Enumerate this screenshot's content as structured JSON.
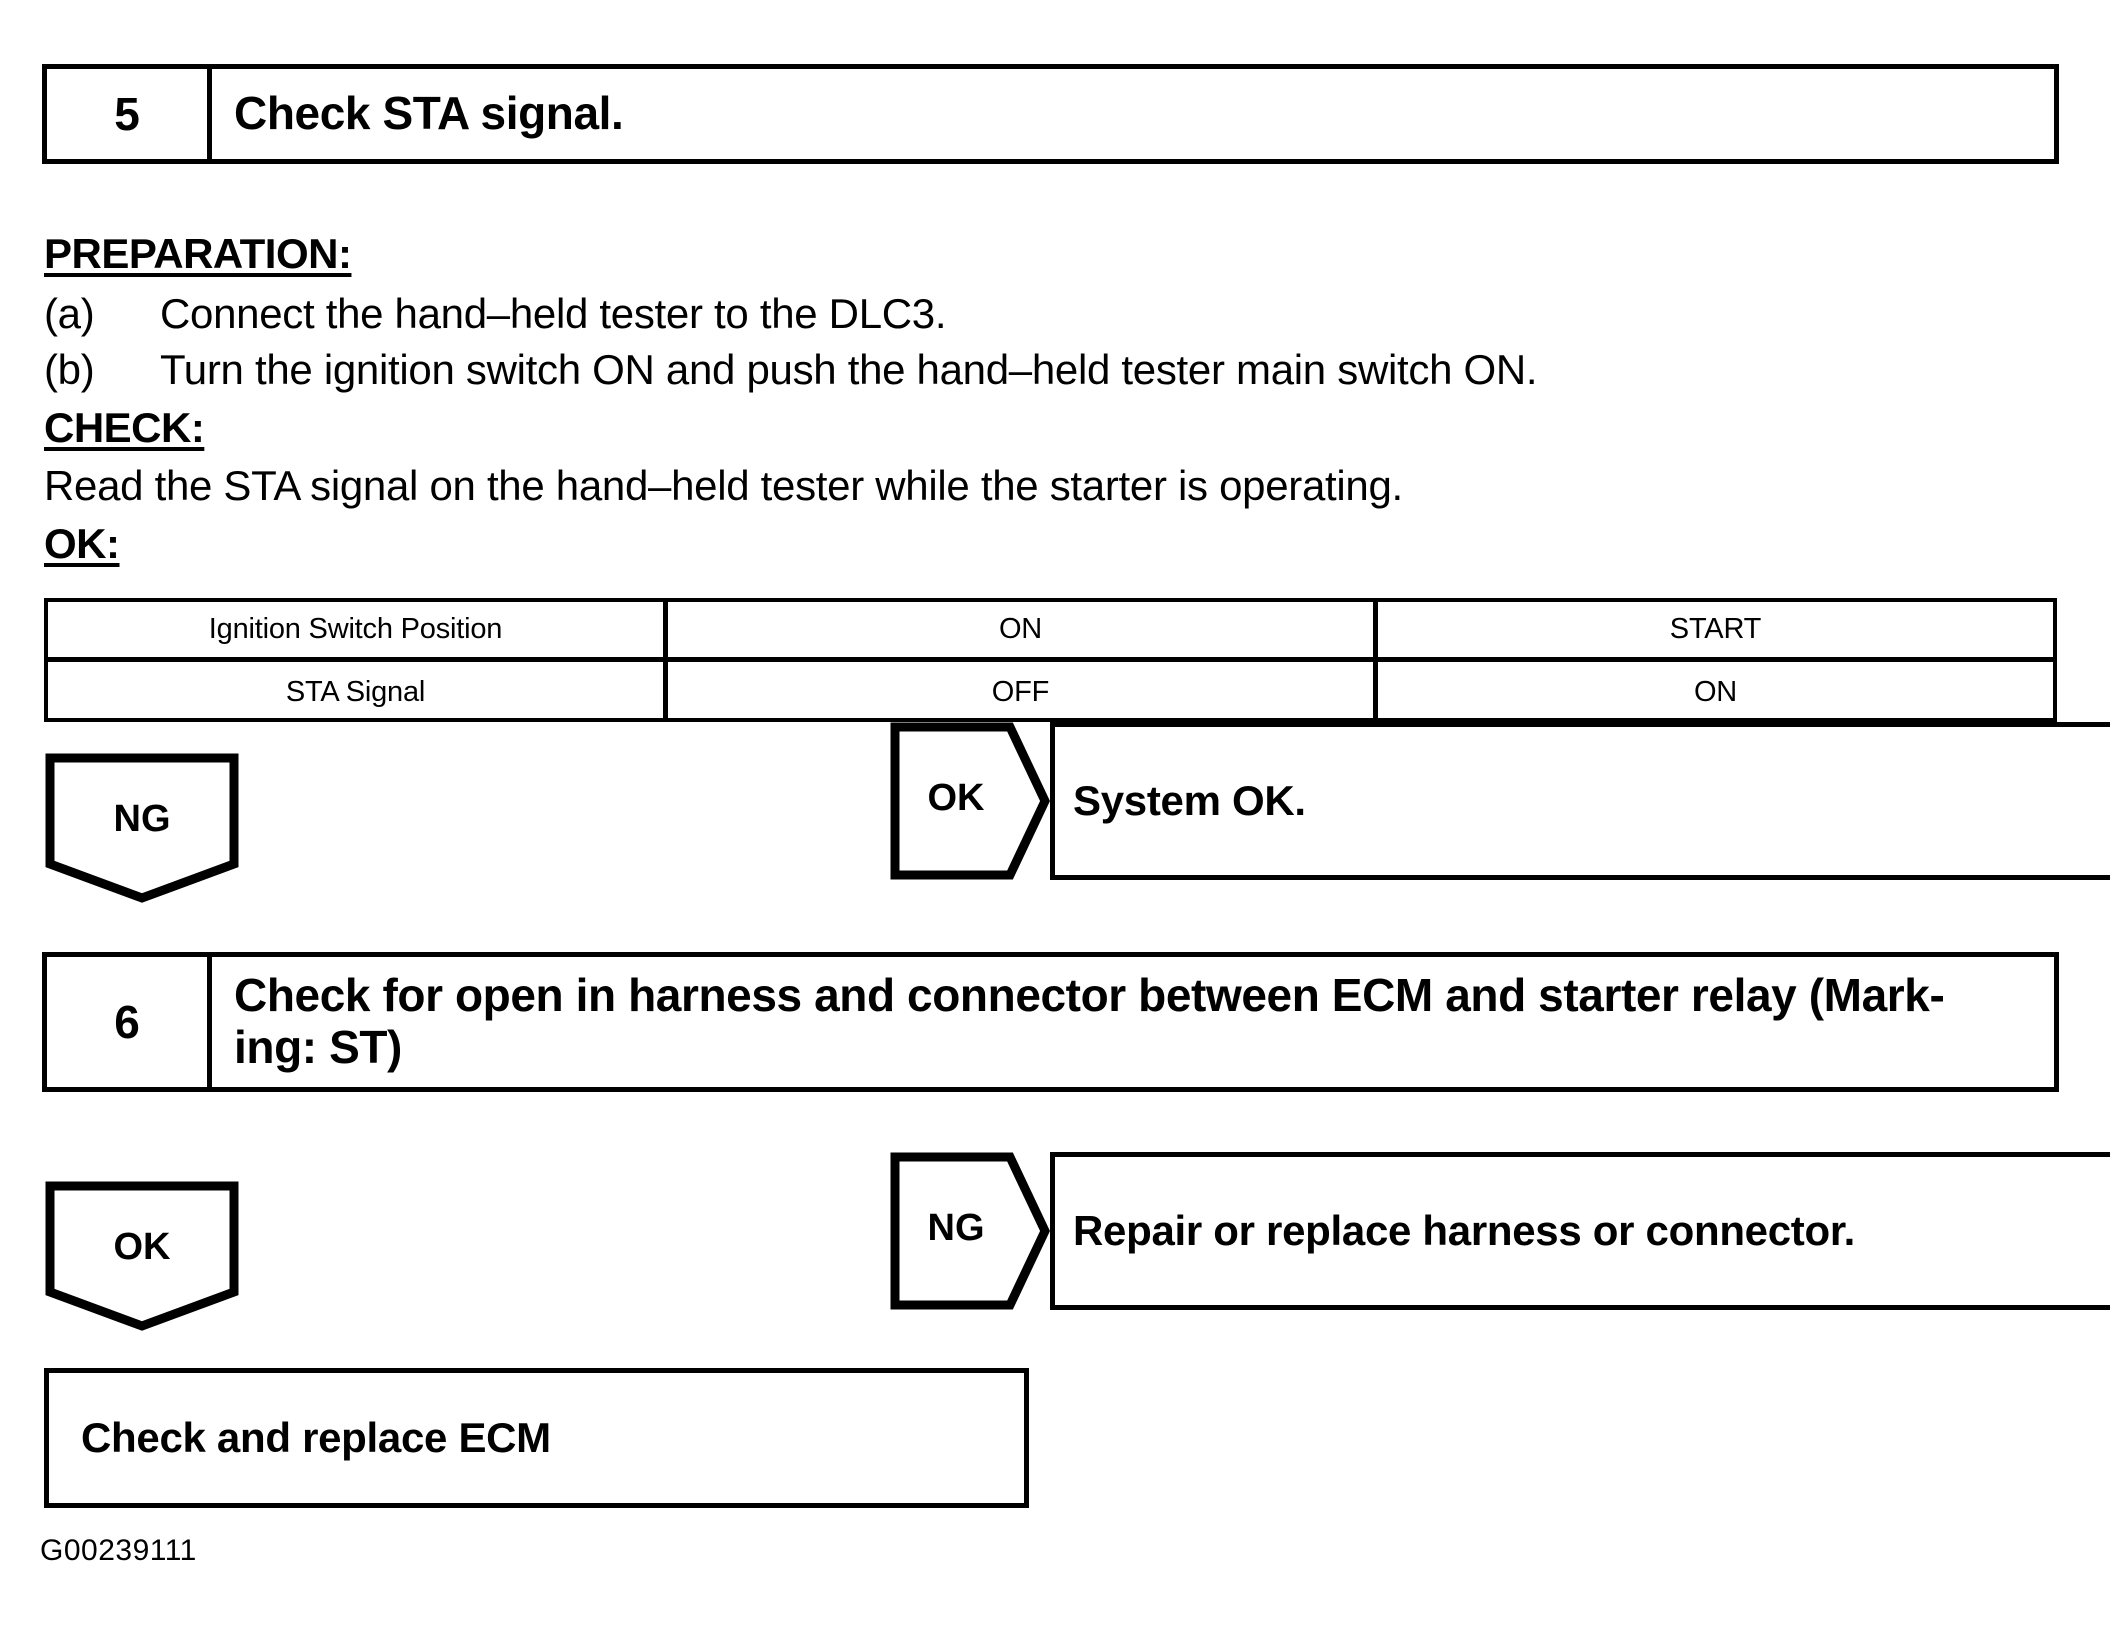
{
  "document": {
    "reference_code": "G00239111"
  },
  "step5": {
    "number": "5",
    "title": "Check STA signal."
  },
  "preparation": {
    "heading": "PREPARATION:",
    "items": [
      {
        "marker": "(a)",
        "text": "Connect the hand–held tester to the DLC3."
      },
      {
        "marker": "(b)",
        "text": "Turn the ignition switch ON and push the hand–held tester main switch ON."
      }
    ]
  },
  "check": {
    "heading": "CHECK:",
    "text": "Read the STA signal on the hand–held tester while the starter is operating."
  },
  "ok": {
    "heading": "OK:"
  },
  "condition_table": {
    "rows": [
      {
        "label": "Ignition Switch Position",
        "col1": "ON",
        "col2": "START"
      },
      {
        "label": "STA Signal",
        "col1": "OFF",
        "col2": "ON"
      }
    ]
  },
  "branch_step5": {
    "ng_label": "NG",
    "ok_label": "OK",
    "ok_result": "System OK."
  },
  "step6": {
    "number": "6",
    "title_line1": "Check for open in harness and connector between ECM and starter relay (Mark-",
    "title_line2": "ing: ST)"
  },
  "branch_step6": {
    "ok_label": "OK",
    "ng_label": "NG",
    "ng_result": "Repair or replace harness or connector."
  },
  "terminal": {
    "text": "Check and replace ECM"
  }
}
